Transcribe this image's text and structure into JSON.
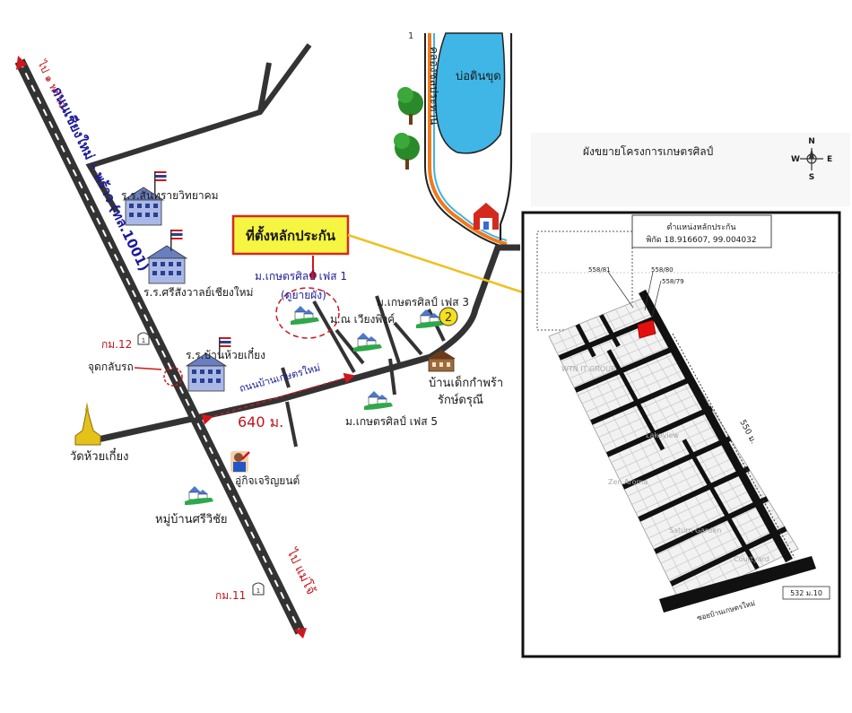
{
  "colors": {
    "road": "#333333",
    "highway_dash": "#ffffff",
    "arrow_red": "#d0161c",
    "label_blue": "#1b1b9a",
    "label_red": "#c0141a",
    "water": "#3fb6e6",
    "canal_orange": "#f07a1c",
    "highlight_yellow": "#f5f542",
    "highlight_border": "#d42a1e",
    "connector": "#f0c020",
    "plot_red": "#e41010"
  },
  "icons": {
    "school": "school-building-icon",
    "house": "housing-project-icon",
    "temple": "temple-icon",
    "milestone": "km-marker-icon",
    "tree": "tree-icon",
    "fire_station": "fire-station-icon",
    "mechanic": "mechanic-icon",
    "compass": "compass-icon"
  },
  "labels": {
    "to_north": "ไป ๑ พร้าว",
    "highway_name": "ถนนเชียงใหม่ – พร้าว (ทล.1001)",
    "to_south": "ไป แม่โจ้",
    "school_1": "ร.ร.สันทรายวิทยาคม",
    "school_2": "ร.ร.ศรีสังวาลย์เชียงใหม่",
    "school_3": "ร.ร.บ้านห้วยเกี๋ยง",
    "km12": "กม.12",
    "km11": "กม.11",
    "checkpoint": "จุดกลับรถ",
    "temple": "วัดห้วยเกี๋ยง",
    "distance": "640 ม.",
    "road_name": "ถนนบ้านเกษตรใหม่",
    "phase1_line1": "ม.เกษตรศิลป์ เฟส 1",
    "phase1_line2": "(ดูยายผัง)",
    "phase3": "ม.เกษตรศิลป์ เฟส 3",
    "phase5": "ม.เกษตรศิลป์ เฟส 5",
    "village_rk": "ม.ณ เวียงพิงค์",
    "orphanage_line1": "บ้านเด็กกำพร้า",
    "orphanage_line2": "รักษ์ดรุณี",
    "garage": "อู่กิจเจริญยนต์",
    "village_sw": "หมู่บ้านศรีวิชัย",
    "pond": "บ่อดินขุด",
    "canal_name": "คลองชลประทาน",
    "badge_num": "2",
    "top_number": "1",
    "highlight_box": "ที่ตั้งหลักประกัน"
  },
  "inset": {
    "title": "ผังขยายโครงการเกษตรศิลป์",
    "compass": {
      "n": "N",
      "s": "S",
      "e": "E",
      "w": "W"
    },
    "location_title": "ตำแหน่งหลักประกัน",
    "coords": "พิกัด 18.916607, 99.004032",
    "plot_a": "558/81",
    "plot_b": "558/80",
    "plot_c": "558/79",
    "street_label": "ซอยบ้านเกษตรใหม่",
    "house_no": "532 ม.10",
    "side_length": "550 ม.",
    "faint_1": "WTN IT GROUP",
    "faint_2": "Lakeview",
    "faint_3": "Zen Aroma",
    "faint_4": "Saturn Garden",
    "faint_5": "Courtyard"
  }
}
